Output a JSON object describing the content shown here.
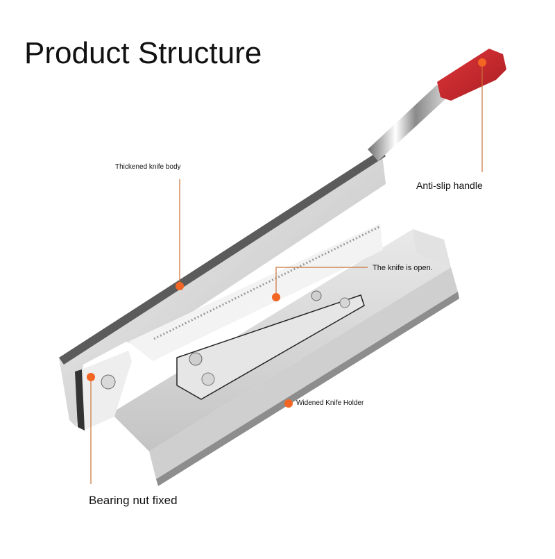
{
  "title": "Product Structure",
  "accent_color": "#f26522",
  "leader_color": "#c8733a",
  "handle_color": "#d62a2f",
  "callouts": [
    {
      "id": "knife-body",
      "label": "Thickened knife body"
    },
    {
      "id": "handle",
      "label": "Anti-slip handle"
    },
    {
      "id": "knife-open",
      "label": "The knife is open."
    },
    {
      "id": "knife-holder",
      "label": "Widened Knife Holder"
    },
    {
      "id": "bearing-nut",
      "label": "Bearing nut fixed"
    }
  ]
}
